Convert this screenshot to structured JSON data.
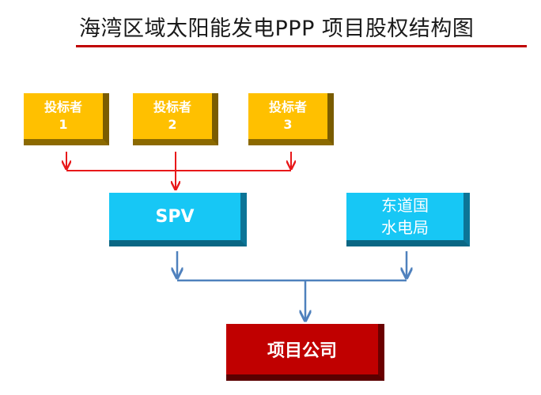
{
  "title": "海湾区域太阳能发电PPP 项目股权结构图",
  "bidders": [
    {
      "label": "投标者",
      "num": "1"
    },
    {
      "label": "投标者",
      "num": "2"
    },
    {
      "label": "投标者",
      "num": "3"
    }
  ],
  "spv": "SPV",
  "bureau": {
    "line1": "东道国",
    "line2": "水电局"
  },
  "company": "项目公司",
  "colors": {
    "bidder": "#ffc000",
    "blue_entity": "#17c7f5",
    "company": "#c00000",
    "red_connector": "#e8181a",
    "blue_connector": "#4f81bd"
  }
}
